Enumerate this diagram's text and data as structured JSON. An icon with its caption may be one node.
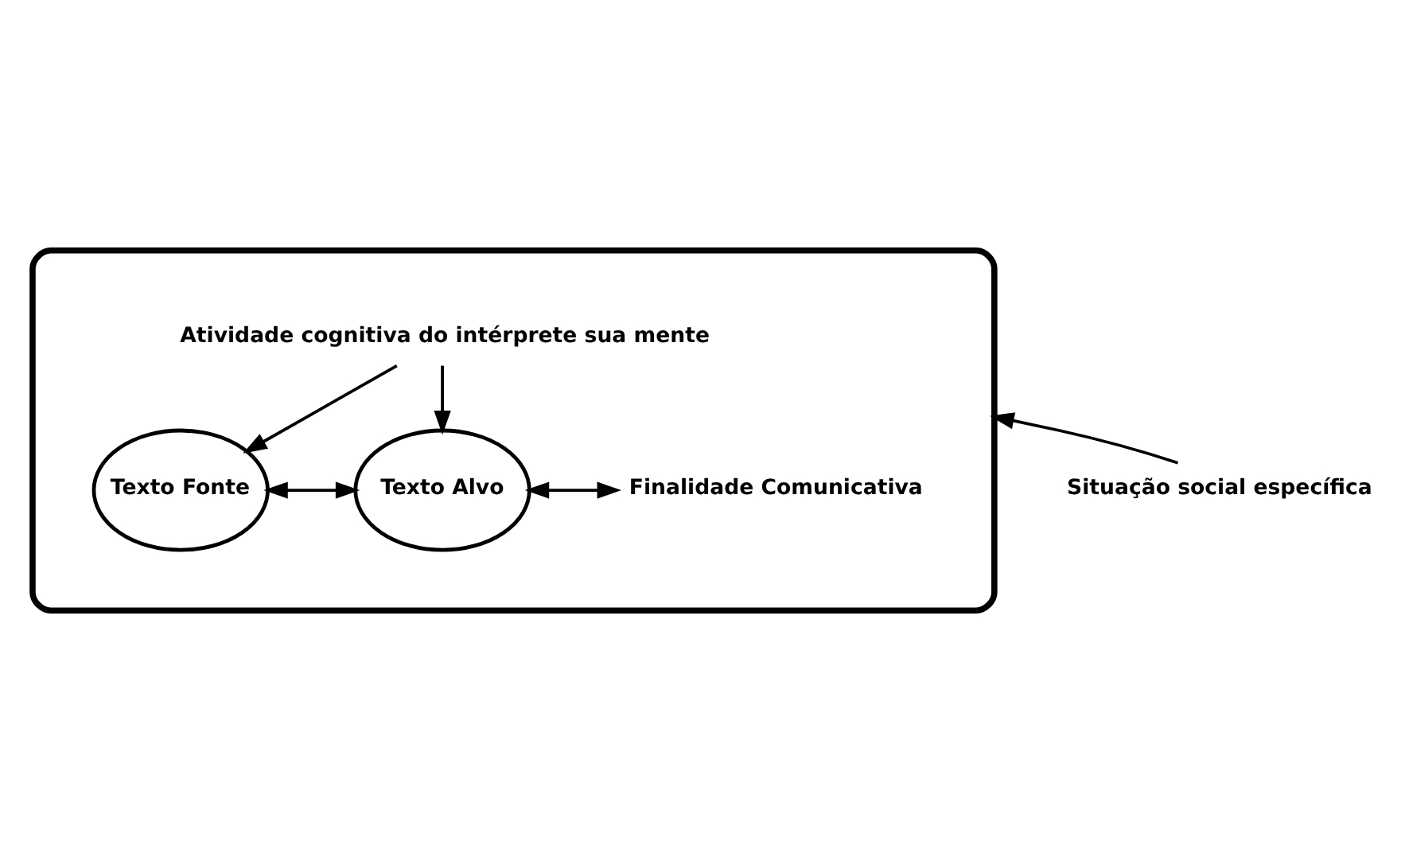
{
  "diagram": {
    "nodes": [
      {
        "text": [],
        "shape": "ellipse"
      },
      {
        "text": [
          "Atividade cognitiva do intérprete sua mente"
        ],
        "in": 0
      },
      {
        "text": [
          "Texto Fonte"
        ],
        "in": 0
      },
      {
        "text": [
          "Texto Alvo"
        ],
        "in": 0
      },
      {
        "text": [
          "Finalidade Comunicativa"
        ],
        "in": 0
      },
      {
        "text": [
          "Situação social específica"
        ]
      }
    ],
    "edges": [
      {
        "from": 1,
        "to": 2,
        "arrow": "to"
      },
      {
        "from": 1,
        "to": 3,
        "arrow": "to"
      },
      {
        "from": 2,
        "to": 3,
        "arrow": "both"
      },
      {
        "from": 3,
        "to": 4,
        "arrow": "both"
      },
      {
        "from": 5,
        "to": 0,
        "arrow": "to"
      }
    ]
  }
}
